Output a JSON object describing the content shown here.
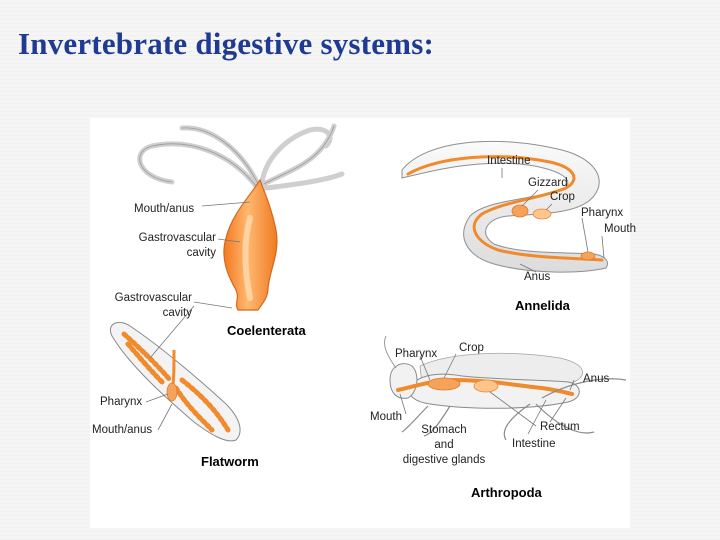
{
  "title": "Invertebrate digestive systems:",
  "groups": {
    "coelenterata": "Coelenterata",
    "annelida": "Annelida",
    "flatworm": "Flatworm",
    "arthropoda": "Arthropoda"
  },
  "labels": {
    "hydra_mouth_anus": "Mouth/anus",
    "hydra_gastrovascular_1": "Gastrovascular",
    "hydra_gastrovascular_2": "cavity",
    "flatworm_gastrovascular_1": "Gastrovascular",
    "flatworm_gastrovascular_2": "cavity",
    "flatworm_pharynx": "Pharynx",
    "flatworm_mouth_anus": "Mouth/anus",
    "worm_intestine": "Intestine",
    "worm_gizzard": "Gizzard",
    "worm_crop": "Crop",
    "worm_pharynx": "Pharynx",
    "worm_mouth": "Mouth",
    "worm_anus": "Anus",
    "insect_pharynx": "Pharynx",
    "insect_crop": "Crop",
    "insect_anus": "Anus",
    "insect_mouth": "Mouth",
    "insect_rectum": "Rectum",
    "insect_intestine": "Intestine",
    "insect_stomach_1": "Stomach",
    "insect_stomach_2": "and",
    "insect_stomach_3": "digestive glands"
  },
  "colors": {
    "title": "#1f3a93",
    "gut_orange": "#f08a2c",
    "gut_light": "#ffc58a",
    "tissue_pale": "#f4f4f4",
    "outline": "#8a8a8a"
  }
}
